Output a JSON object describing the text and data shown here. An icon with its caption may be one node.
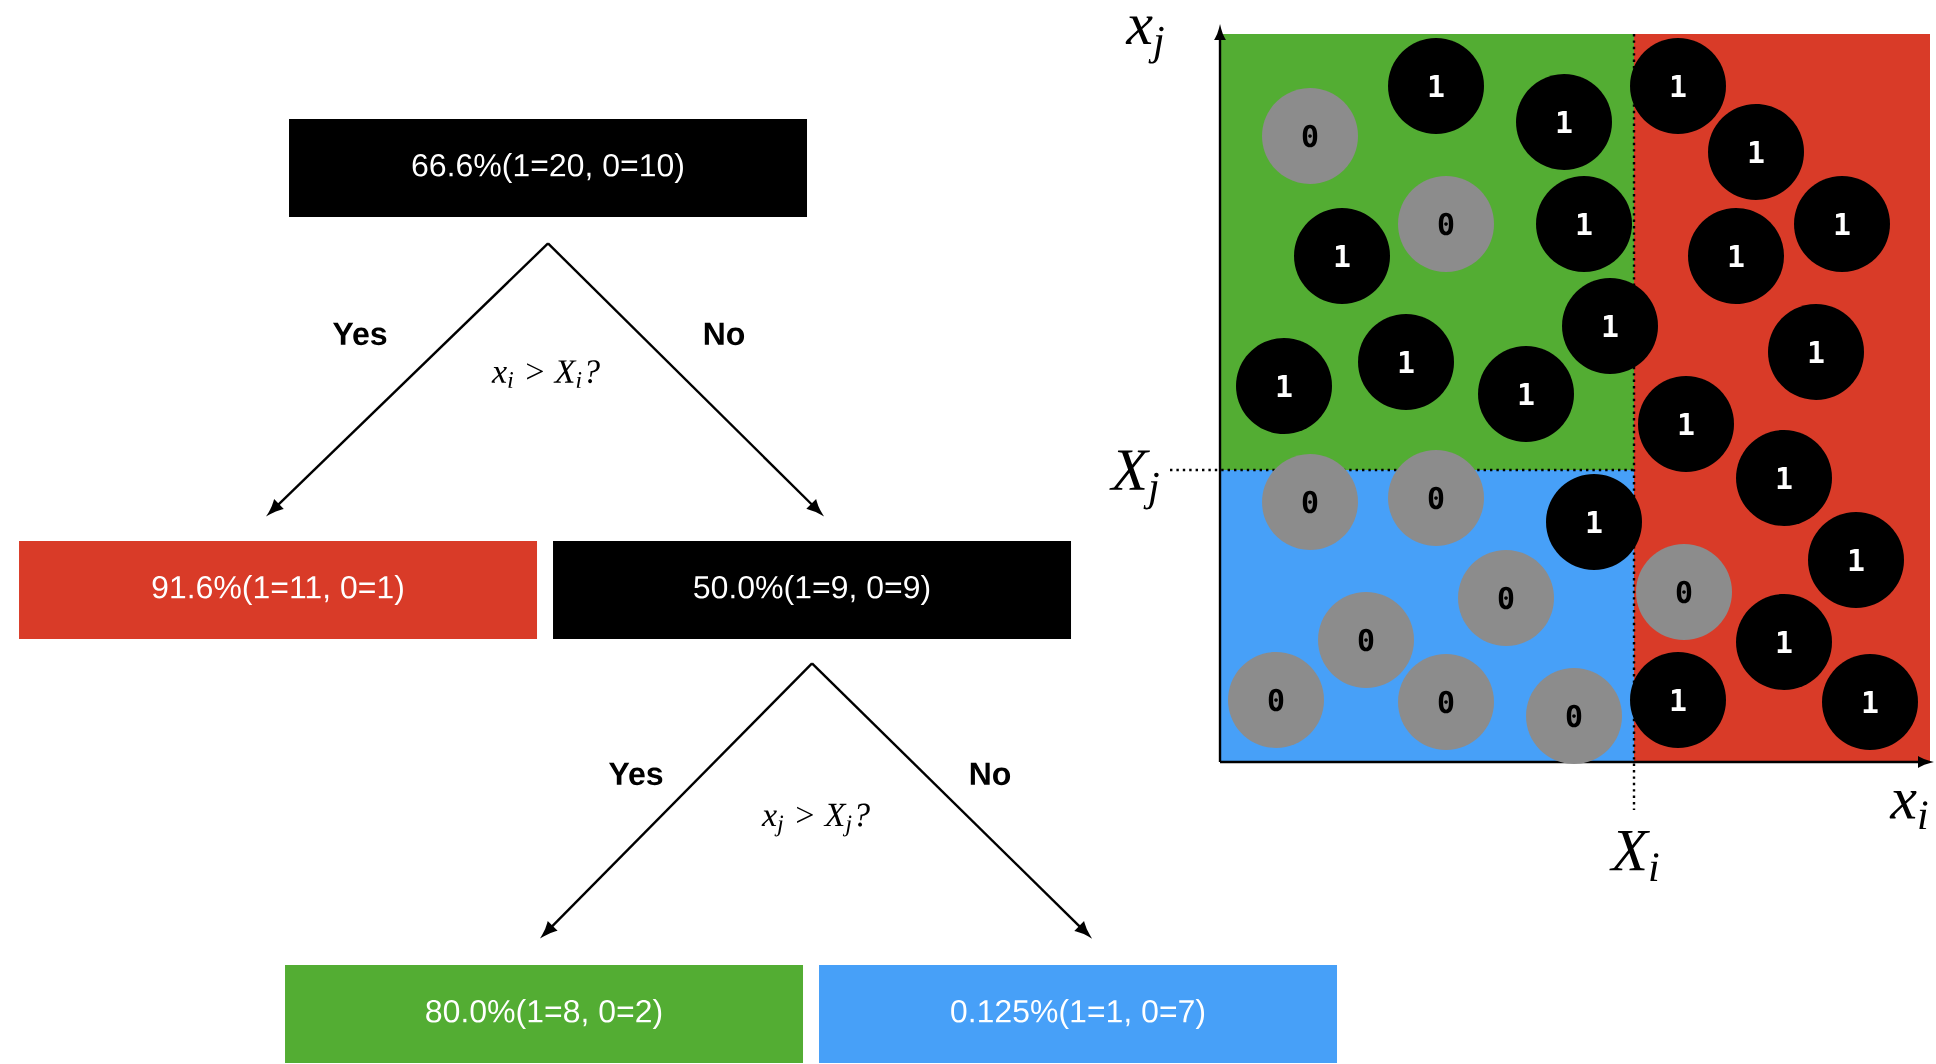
{
  "diagram": {
    "nodes": [
      {
        "text": [
          "66.6%(1=20, 0=10)"
        ]
      },
      {
        "text": [
          "91.6%(1=11, 0=1)"
        ]
      },
      {
        "text": [
          "50.0%(1=9, 0=9)"
        ]
      },
      {
        "text": [
          "80.0%(1=8, 0=2)"
        ]
      },
      {
        "text": [
          "0.125%(1=1, 0=7)"
        ]
      },
      {
        "text": [
          "1"
        ]
      },
      {
        "text": [
          "1"
        ]
      },
      {
        "text": [
          "1"
        ]
      },
      {
        "text": [
          "0"
        ]
      },
      {
        "text": [
          "1"
        ]
      },
      {
        "text": [
          "0"
        ]
      },
      {
        "text": [
          "1"
        ]
      },
      {
        "text": [
          "1"
        ]
      },
      {
        "text": [
          "1"
        ]
      },
      {
        "text": [
          "1"
        ]
      },
      {
        "text": [
          "1"
        ]
      },
      {
        "text": [
          "1"
        ]
      },
      {
        "text": [
          "1"
        ]
      },
      {
        "text": [
          "1"
        ]
      },
      {
        "text": [
          "1"
        ]
      },
      {
        "text": [
          "1"
        ]
      },
      {
        "text": [
          "1"
        ]
      },
      {
        "text": [
          "0"
        ]
      },
      {
        "text": [
          "0"
        ]
      },
      {
        "text": [
          "1"
        ]
      },
      {
        "text": [
          "1"
        ]
      },
      {
        "text": [
          "0"
        ]
      },
      {
        "text": [
          "0"
        ]
      },
      {
        "text": [
          "0"
        ]
      },
      {
        "text": [
          "1"
        ]
      },
      {
        "text": [
          "0"
        ]
      },
      {
        "text": [
          "1"
        ]
      },
      {
        "text": [
          "1"
        ]
      },
      {
        "text": [
          "0"
        ]
      },
      {
        "text": [
          "0"
        ]
      }
    ],
    "edges": [
      {
        "from": 0,
        "to": 1,
        "arrow": "to",
        "label": "Yes"
      },
      {
        "from": 0,
        "to": 2,
        "arrow": "to",
        "label": "No"
      },
      {
        "from": 2,
        "to": 3,
        "arrow": "to",
        "label": "Yes"
      },
      {
        "from": 2,
        "to": 4,
        "arrow": "to",
        "label": "No"
      }
    ],
    "labels": [
      "x$_{j}$",
      "x$_{i}$ > X$_{i}$?",
      "X$_{j}$",
      "x$_{j}$ > X$_{j}$?",
      "X$_{i}$",
      "x$_{i}$"
    ]
  }
}
